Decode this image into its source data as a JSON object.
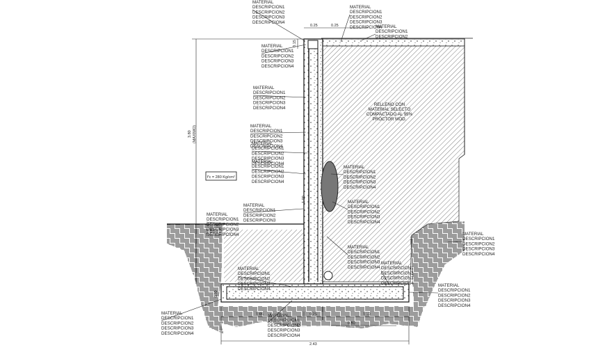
{
  "callouts": [
    [
      "MATERIAL",
      "DESCRIPCION1",
      "DESCRIPCION2",
      "DESCRIPCION3",
      "DESCRIPCION4"
    ],
    [
      "MATERIAL",
      "DESCRIPCION1",
      "DESCRIPCION2",
      "DESCRIPCION3",
      "DESCRIPCION4"
    ],
    [
      "MATERIAL",
      "DESCRIPCION1",
      "DESCRIPCION2"
    ],
    [
      "MATERIAL",
      "DESCRIPCION1",
      "DESCRIPCION2",
      "DESCRIPCION3",
      "DESCRIPCION4"
    ],
    [
      "MATERIAL",
      "DESCRIPCION1",
      "DESCRIPCION2",
      "DESCRIPCION3",
      "DESCRIPCION4"
    ],
    [
      "MATERIAL",
      "DESCRIPCION1",
      "DESCRIPCION2",
      "DESCRIPCION3",
      "DESCRIPCION4"
    ],
    [
      "MATERIAL",
      "DESCRIPCION1",
      "DESCRIPCION2",
      "DESCRIPCION3",
      "DESCRIPCION4"
    ],
    [
      "MATERIAL",
      "DESCRIPCION1",
      "DESCRIPCION2",
      "DESCRIPCION3",
      "DESCRIPCION4"
    ],
    [
      "MATERIAL",
      "DESCRIPCION1",
      "DESCRIPCION2",
      "DESCRIPCION3",
      "DESCRIPCION4"
    ],
    [
      "MATERIAL",
      "DESCRIPCION1",
      "DESCRIPCION2",
      "DESCRIPCION3",
      "DESCRIPCION4"
    ],
    [
      "MATERIAL",
      "DESCRIPCION1",
      "DESCRIPCION2",
      "DESCRIPCION3"
    ],
    [
      "MATERIAL",
      "DESCRIPCION1",
      "DESCRIPCION2",
      "DESCRIPCION3",
      "DESCRIPCION4"
    ],
    [
      "MATERIAL",
      "DESCRIPCION1",
      "DESCRIPCION2",
      "DESCRIPCION3",
      "DESCRIPCION4"
    ],
    [
      "MATERIAL",
      "DESCRIPCION1",
      "DESCRIPCION2",
      "DESCRIPCION3",
      "DESCRIPCION4"
    ],
    [
      "MATERIAL",
      "DESCRIPCION1",
      "DESCRIPCION2",
      "DESCRIPCION3",
      "DESCRIPCION4"
    ],
    [
      "MATERIAL",
      "DESCRIPCION1",
      "DESCRIPCION2",
      "DESCRIPCION3",
      "DESCRIPCION4"
    ],
    [
      "MATERIAL",
      "DESCRIPCION1",
      "DESCRIPCION2",
      "DESCRIPCION3",
      "DESCRIPCION4"
    ],
    [
      "MATERIAL",
      "DESCRIPCION1",
      "DESCRIPCION2",
      "DESCRIPCION3",
      "DESCRIPCION4"
    ],
    [
      "MATERIAL",
      "DESCRIPCION1",
      "DESCRIPCION2",
      "DESCRIPCION3",
      "DESCRIPCION4"
    ]
  ],
  "backfill_note": [
    "RELLENO CON",
    "MATERIAL SELECTO",
    "COMPACTADO AL 95%",
    "PROCTOR MOD."
  ],
  "concrete_spec": "f'c = 280 Kg/cm²",
  "dimensions": {
    "top_left": "0.25",
    "top_right": "0.25",
    "cap_height": "0.15",
    "wall_height": "3.80",
    "wall_height_note": "(MAXIMO)",
    "stem_lower": "1.00",
    "footing_height": "0.30",
    "heel_inner": "0.50",
    "toe": "1.06",
    "stem": "0.25",
    "heel": "1.10",
    "total": "2.43"
  }
}
